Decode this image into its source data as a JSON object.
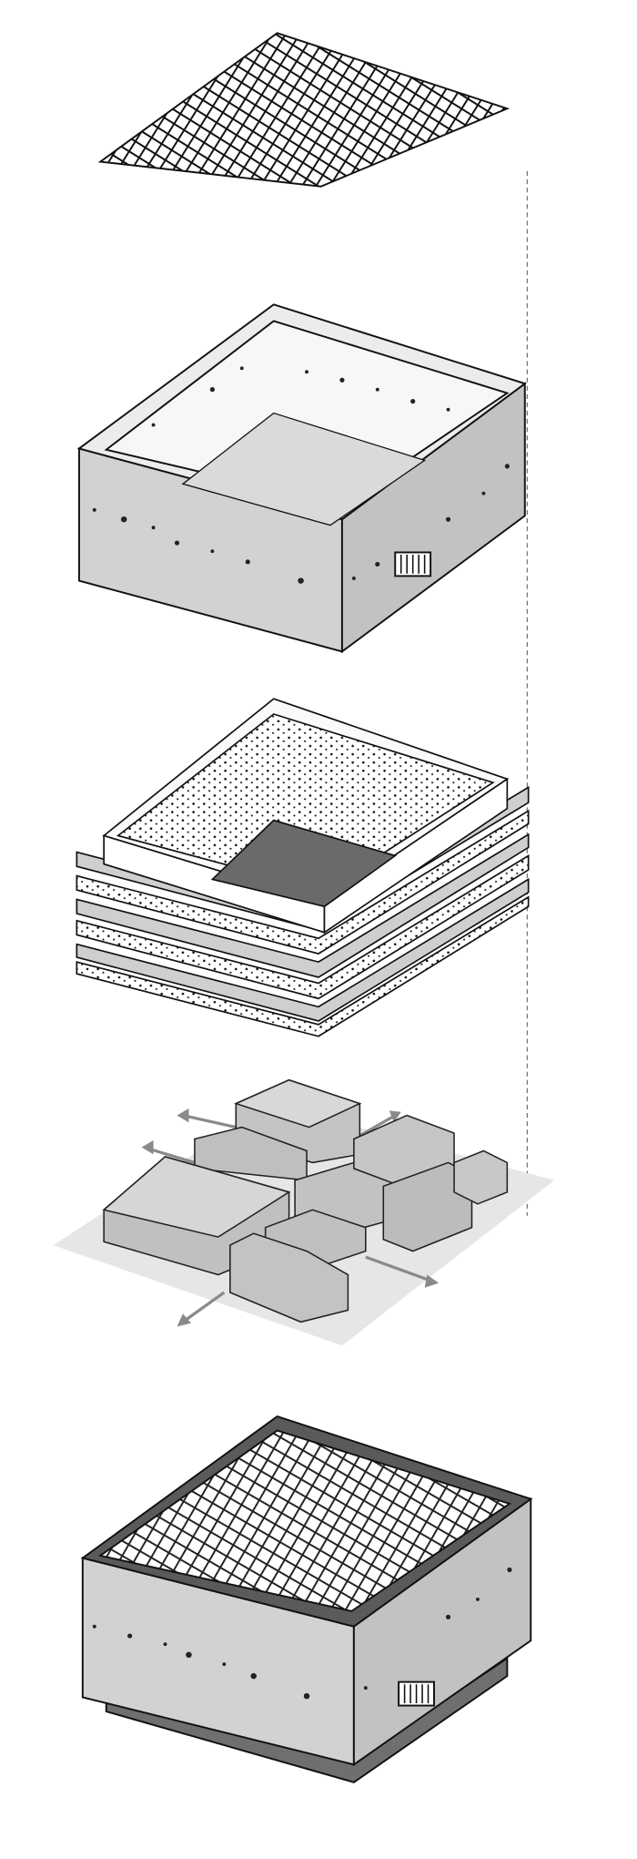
{
  "diagram": {
    "type": "exploded-axonometric",
    "layers": [
      "grid-lid",
      "perforated-outer-shell",
      "stacked-perforated-trays",
      "component-blocks-on-base",
      "assembled-unit"
    ]
  },
  "colors": {
    "stroke": "#111111",
    "face_light": "#d6d6d6",
    "face_mid": "#bdbdbd",
    "face_dark": "#6e6e6e",
    "base_plane": "#e4e4e4",
    "arrow": "#8a8a8a"
  }
}
